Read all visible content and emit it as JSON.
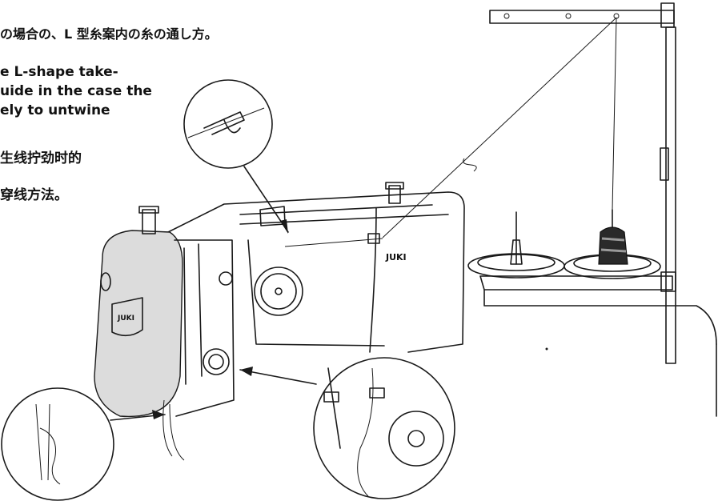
{
  "text": {
    "ja": "の場合の、L 型糸案内の糸の通し方。",
    "en1": "e L-shape take-",
    "en2": "uide in the case the",
    "en3": "ely to untwine",
    "zh1": "生线拧劲时的",
    "zh2": "穿线方法。"
  },
  "brand_logo": "JUKI",
  "colors": {
    "ink": "#1a1a1a",
    "shade": "#dcdcdc",
    "paper": "#ffffff"
  }
}
